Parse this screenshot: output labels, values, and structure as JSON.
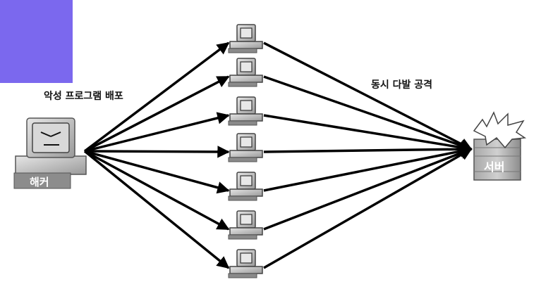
{
  "labels": {
    "distribute": "악성 프로그램 배포",
    "attack": "동시 다발 공격",
    "hacker": "해커",
    "server": "서버"
  },
  "nodes": {
    "hacker": "hacker",
    "server": "server",
    "zombies": [
      "zombie-pc",
      "zombie-pc",
      "zombie-pc",
      "zombie-pc",
      "zombie-pc",
      "zombie-pc",
      "zombie-pc"
    ]
  },
  "colors": {
    "accent_block": "#7b68ee",
    "arrow": "#000000",
    "device_fill": "#c8c8c8",
    "device_dark": "#8a8a8a",
    "text": "#111111"
  }
}
